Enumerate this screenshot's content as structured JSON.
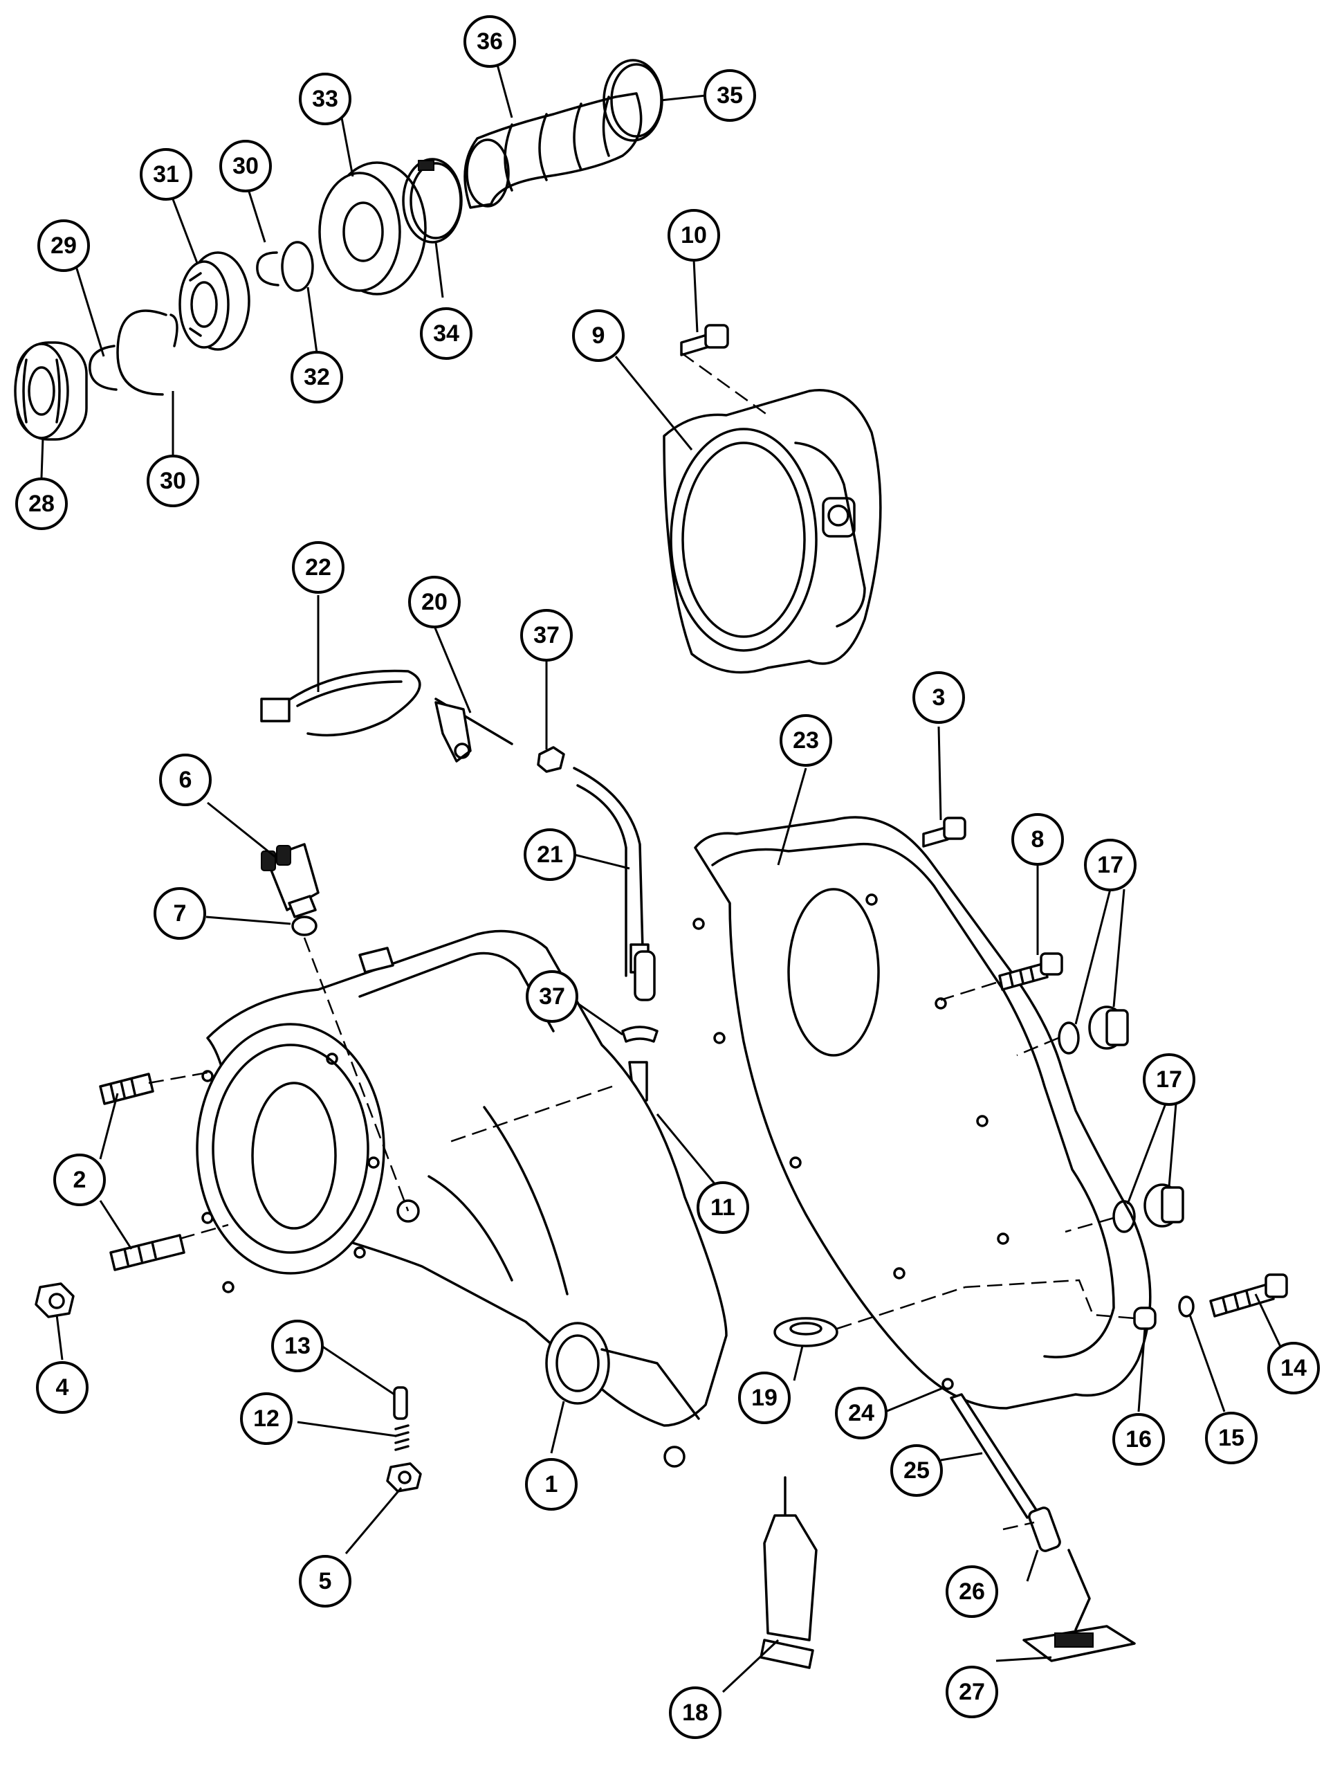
{
  "callouts": [
    {
      "id": "c1",
      "label": "1"
    },
    {
      "id": "c2",
      "label": "2"
    },
    {
      "id": "c3",
      "label": "3"
    },
    {
      "id": "c4",
      "label": "4"
    },
    {
      "id": "c5",
      "label": "5"
    },
    {
      "id": "c6",
      "label": "6"
    },
    {
      "id": "c7",
      "label": "7"
    },
    {
      "id": "c8",
      "label": "8"
    },
    {
      "id": "c9",
      "label": "9"
    },
    {
      "id": "c10",
      "label": "10"
    },
    {
      "id": "c11",
      "label": "11"
    },
    {
      "id": "c12",
      "label": "12"
    },
    {
      "id": "c13",
      "label": "13"
    },
    {
      "id": "c14",
      "label": "14"
    },
    {
      "id": "c15",
      "label": "15"
    },
    {
      "id": "c16",
      "label": "16"
    },
    {
      "id": "c17a",
      "label": "17"
    },
    {
      "id": "c17b",
      "label": "17"
    },
    {
      "id": "c18",
      "label": "18"
    },
    {
      "id": "c19",
      "label": "19"
    },
    {
      "id": "c20",
      "label": "20"
    },
    {
      "id": "c21",
      "label": "21"
    },
    {
      "id": "c22",
      "label": "22"
    },
    {
      "id": "c23",
      "label": "23"
    },
    {
      "id": "c24",
      "label": "24"
    },
    {
      "id": "c25",
      "label": "25"
    },
    {
      "id": "c26",
      "label": "26"
    },
    {
      "id": "c27",
      "label": "27"
    },
    {
      "id": "c28",
      "label": "28"
    },
    {
      "id": "c29",
      "label": "29"
    },
    {
      "id": "c30a",
      "label": "30"
    },
    {
      "id": "c30b",
      "label": "30"
    },
    {
      "id": "c31",
      "label": "31"
    },
    {
      "id": "c32",
      "label": "32"
    },
    {
      "id": "c33",
      "label": "33"
    },
    {
      "id": "c34",
      "label": "34"
    },
    {
      "id": "c35",
      "label": "35"
    },
    {
      "id": "c36",
      "label": "36"
    },
    {
      "id": "c37a",
      "label": "37"
    },
    {
      "id": "c37b",
      "label": "37"
    }
  ]
}
